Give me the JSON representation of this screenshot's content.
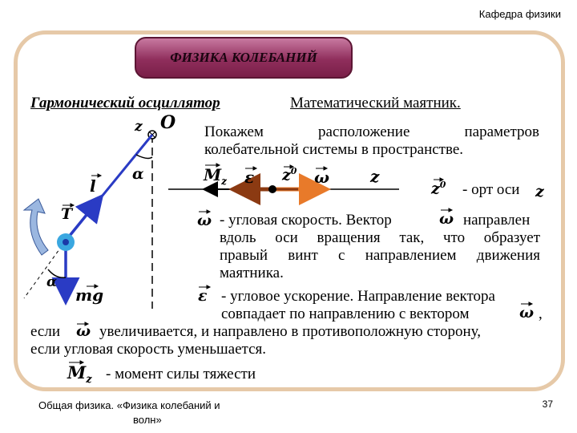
{
  "header": {
    "department": "Кафедра физики"
  },
  "banner": {
    "title": "ФИЗИКА КОЛЕБАНИЙ"
  },
  "headings": {
    "left": "Гармонический осциллятор",
    "right": "Математический маятник."
  },
  "intro": {
    "line1": "Покажем расположение параметров",
    "line2": "колебательной системы в пространстве."
  },
  "axis_note": "- орт оси",
  "omega_text": {
    "line1a": "- угловая скорость. Вектор",
    "line1b": "направлен",
    "line2": "вдоль оси вращения так, что образует",
    "line3": "правый винт с направлением движения",
    "line4": "маятника."
  },
  "epsilon_text": {
    "line1": "- угловое ускорение. Направление вектора",
    "line2a": "совпадает по направлению с вектором",
    "line2b": ",",
    "line3a": "если",
    "line3b": "увеличивается, и направлено в противоположную сторону,",
    "line4": "если угловая скорость уменьшается."
  },
  "moment_text": "- момент силы тяжести",
  "symbols": {
    "z": "z",
    "O": "O",
    "l": "l",
    "alpha": "α",
    "T": "T",
    "mg": "mg",
    "M": "M",
    "sub_z": "z",
    "epsilon": "ε",
    "z0": "z",
    "sup0": "0",
    "omega": "ω"
  },
  "footer": {
    "course_line1": "Общая физика. «Физика колебаний и",
    "course_line2": "волн»",
    "page_number": "37"
  },
  "colors": {
    "frame": "#e6c9a8",
    "banner": "#8f2e5c",
    "pendulum_blue": "#2a3bc4",
    "bob": "#3aa7e0",
    "arrow_brown": "#8b3a12",
    "arrow_orange": "#e87a2a",
    "swing_arrow": "#9bb7e0"
  }
}
